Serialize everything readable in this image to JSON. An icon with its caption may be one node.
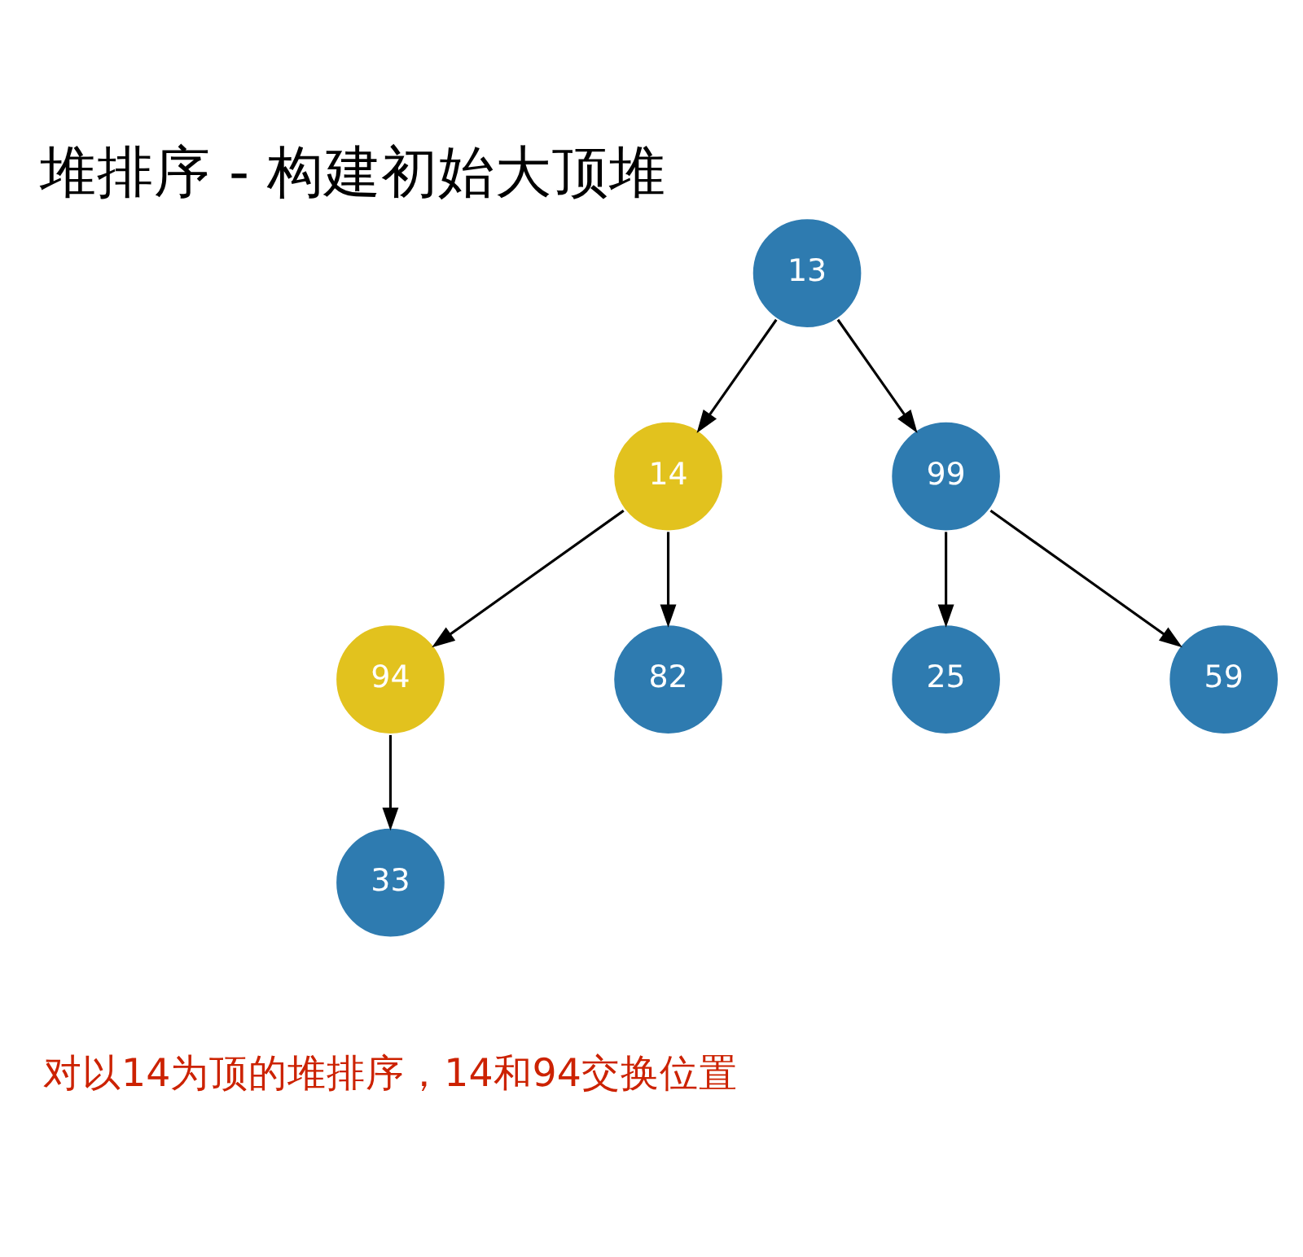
{
  "diagram": {
    "title": "堆排序 - 构建初始大顶堆",
    "nodes": [
      {
        "text": [
          "13"
        ]
      },
      {
        "text": [
          "14"
        ]
      },
      {
        "text": [
          "99"
        ]
      },
      {
        "text": [
          "94"
        ]
      },
      {
        "text": [
          "82"
        ]
      },
      {
        "text": [
          "25"
        ]
      },
      {
        "text": [
          "59"
        ]
      },
      {
        "text": [
          "33"
        ]
      }
    ],
    "edges": [
      {
        "from": 0,
        "to": 1,
        "arrow": "to"
      },
      {
        "from": 0,
        "to": 2,
        "arrow": "to"
      },
      {
        "from": 1,
        "to": 3,
        "arrow": "to"
      },
      {
        "from": 1,
        "to": 4,
        "arrow": "to"
      },
      {
        "from": 2,
        "to": 5,
        "arrow": "to"
      },
      {
        "from": 2,
        "to": 6,
        "arrow": "to"
      },
      {
        "from": 3,
        "to": 7,
        "arrow": "to"
      }
    ],
    "labels": [
      "对以14为顶的堆排序，14和94交换位置"
    ]
  }
}
